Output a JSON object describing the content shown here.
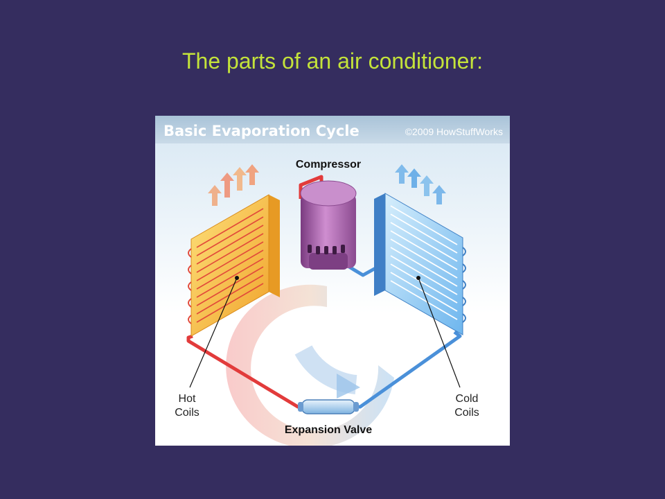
{
  "slide": {
    "title": "The parts of an air conditioner:",
    "background": "#352d5f",
    "title_color": "#c4e33a"
  },
  "figure": {
    "header_title": "Basic Evaporation Cycle",
    "copyright": "©2009 HowStuffWorks",
    "labels": {
      "compressor": "Compressor",
      "expansion_valve": "Expansion Valve",
      "hot_coils_line1": "Hot",
      "hot_coils_line2": "Coils",
      "cold_coils_line1": "Cold",
      "cold_coils_line2": "Coils"
    },
    "colors": {
      "hot": "#e23b3b",
      "hot_coil": "#f5b83a",
      "cold": "#4a90d9",
      "cold_coil": "#9fcff2",
      "compressor": "#b06ab0"
    }
  }
}
